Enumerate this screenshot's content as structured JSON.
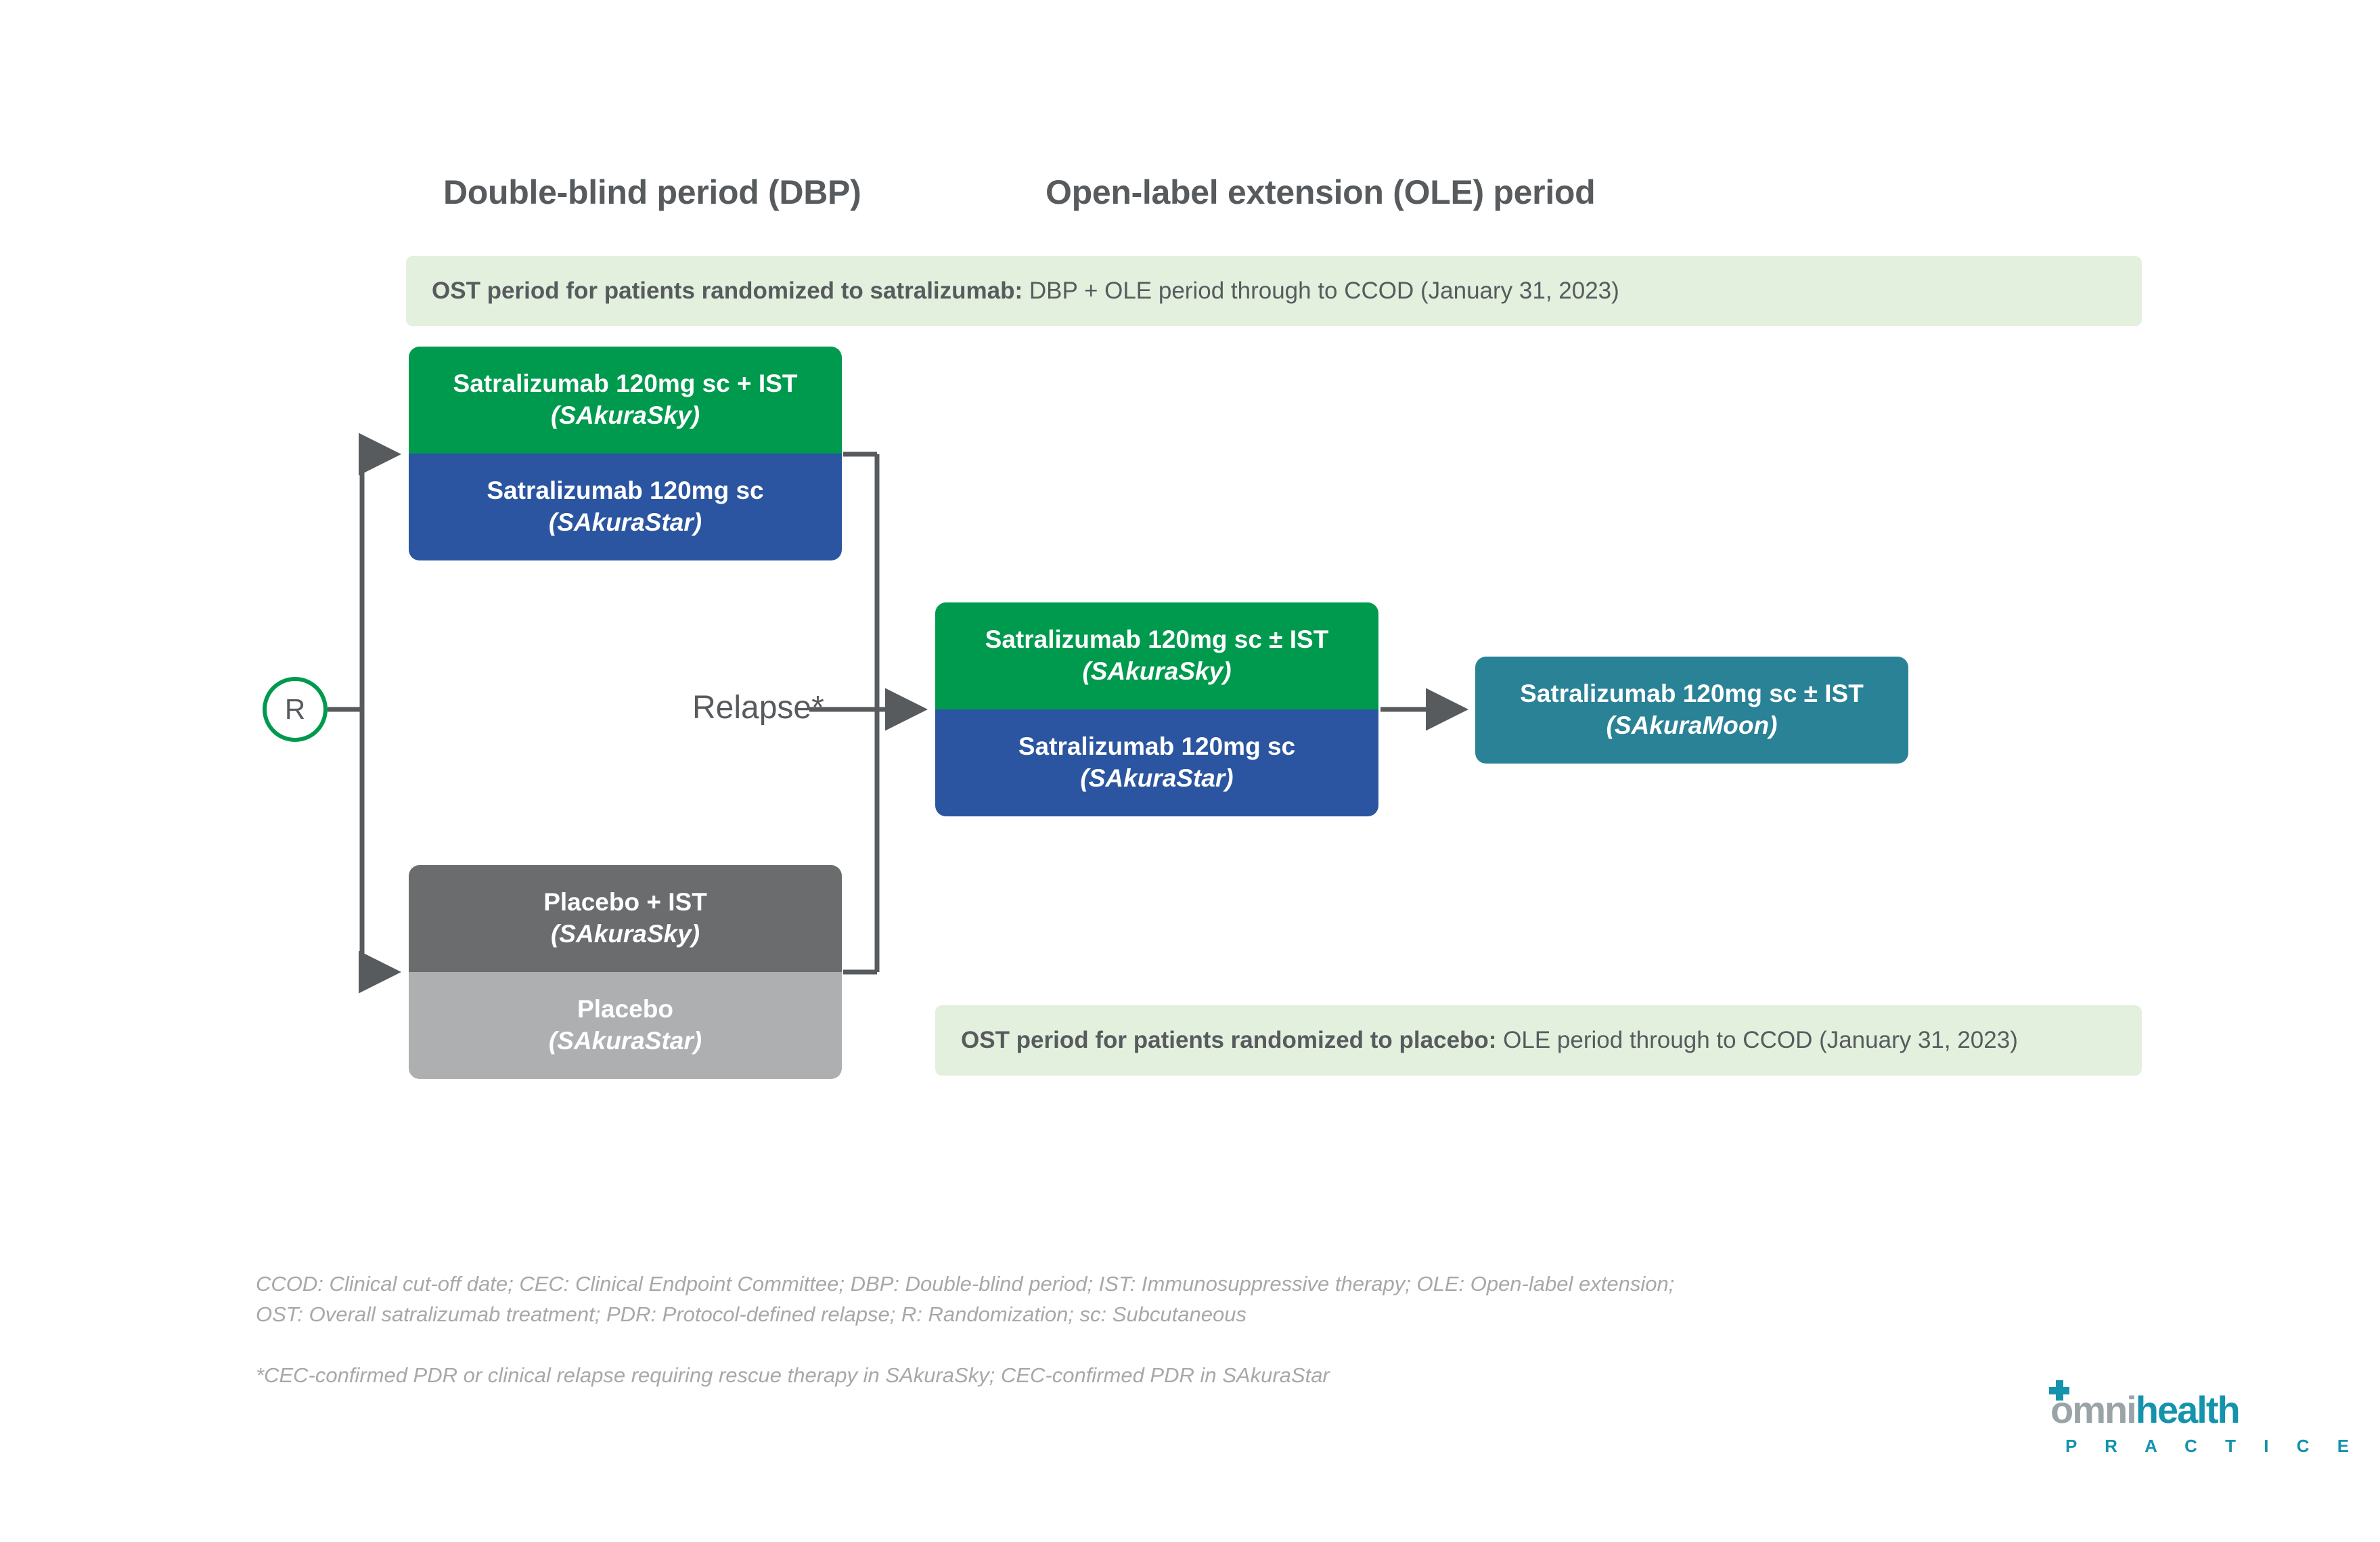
{
  "headers": {
    "dbp": "Double-blind period (DBP)",
    "ole": "Open-label extension (OLE) period"
  },
  "banners": {
    "top": {
      "lead": "OST period for patients randomized to satralizumab: ",
      "rest": "DBP + OLE period through to CCOD (January 31, 2023)"
    },
    "bottom": {
      "lead": "OST period for patients randomized to placebo: ",
      "rest": "OLE period through to CCOD (January 31, 2023)"
    }
  },
  "nodes": {
    "randomization_label": "R",
    "relapse_label": "Relapse*"
  },
  "arms": {
    "dbp": [
      {
        "name": "satralizumab-ist-sakurasky",
        "treatment": "Satralizumab 120mg sc + IST",
        "study": "(SAkuraSky)",
        "color": "#009a4e"
      },
      {
        "name": "satralizumab-sakurastar",
        "treatment": "Satralizumab 120mg sc",
        "study": "(SAkuraStar)",
        "color": "#2b55a0"
      },
      {
        "name": "placebo-ist-sakurasky",
        "treatment": "Placebo + IST",
        "study": "(SAkuraSky)",
        "color": "#6a6c6e"
      },
      {
        "name": "placebo-sakurastar",
        "treatment": "Placebo",
        "study": "(SAkuraStar)",
        "color": "#aeafb0"
      }
    ],
    "ole": [
      {
        "name": "satralizumab-pm-ist-sakurasky",
        "treatment": "Satralizumab 120mg sc ± IST",
        "study": "(SAkuraSky)",
        "color": "#009a4e"
      },
      {
        "name": "satralizumab-sakurastar-ole",
        "treatment": "Satralizumab 120mg sc",
        "study": "(SAkuraStar)",
        "color": "#2b55a0"
      }
    ],
    "moon": {
      "name": "satralizumab-pm-ist-sakuramoon",
      "treatment": "Satralizumab 120mg sc ± IST",
      "study": "(SAkuraMoon)",
      "color": "#2a8296"
    }
  },
  "footnotes": {
    "abbreviations": "CCOD: Clinical cut-off date; CEC: Clinical Endpoint Committee; DBP: Double-blind period; IST: Immunosuppressive therapy; OLE: Open-label extension;\nOST: Overall satralizumab treatment; PDR: Protocol-defined relapse; R: Randomization; sc: Subcutaneous",
    "asterisk": "*CEC-confirmed PDR or clinical relapse requiring rescue therapy in SAkuraSky; CEC-confirmed PDR in SAkuraStar"
  },
  "logo": {
    "omni": "omni",
    "health": "health",
    "practice": "P R A C T I C E"
  },
  "colors": {
    "green": "#009a4e",
    "blue": "#2b55a0",
    "teal": "#2a8296",
    "dark_gray": "#6a6c6e",
    "light_gray": "#aeafb0",
    "banner_green": "#e2f0dd",
    "text_gray": "#575b5e",
    "connector_gray": "#575b5e"
  }
}
